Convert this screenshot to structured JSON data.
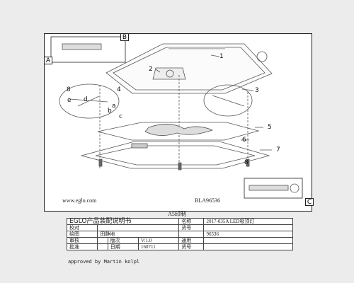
{
  "sheet": {
    "tab_b": "B",
    "tab_a": "A",
    "tab_c": "C",
    "website": "www.eglo.com",
    "model_code": "BLA96536"
  },
  "callouts": {
    "c1": "1",
    "c2": "2",
    "c3": "3",
    "c4": "4",
    "c5": "5",
    "c6": "6",
    "c7": "7",
    "c8": "8",
    "ca": "a",
    "cb": "b",
    "cc": "c",
    "cd": "d",
    "ce": "e",
    "c8b": "8"
  },
  "print_size": "A5印制",
  "title_block": {
    "brand": "EGLO产品装配说明书",
    "name_label": "名称",
    "name_value": "2017-035A LED吸顶灯",
    "item_label": "货号",
    "item_value": "96536",
    "check_label": "校对",
    "drawing_label": "绘图",
    "drawing_value": "田静地",
    "review_label": "审核",
    "version_label": "版次",
    "version_value": "V:1.0",
    "applies_label": "通用",
    "approve_label": "批准",
    "date_label": "日期",
    "date_value": "160711",
    "item2_label": "货号",
    "approved": "approved by Martin kolpl"
  }
}
